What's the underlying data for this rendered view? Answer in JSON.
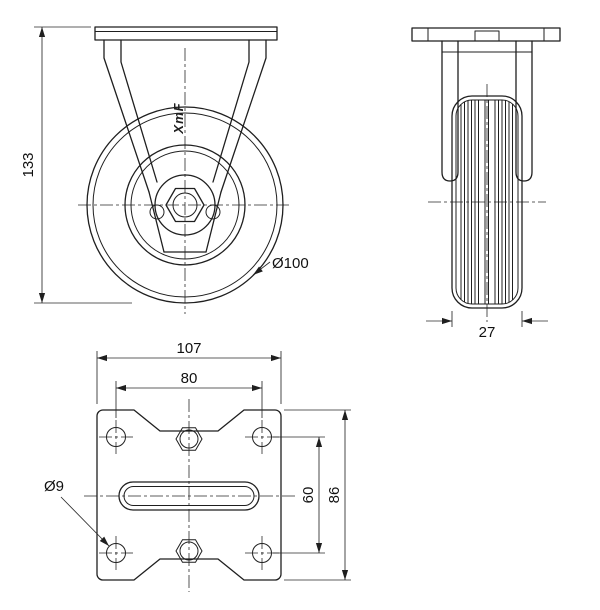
{
  "drawing": {
    "type": "technical-drawing",
    "subject": "fixed caster wheel, three orthographic views",
    "colors": {
      "background": "#ffffff",
      "line": "#1f1f1f",
      "text": "#111111"
    }
  },
  "views": {
    "front": {
      "logo": "XmF",
      "dims": {
        "height": "133",
        "wheel_diameter": "Ø100"
      }
    },
    "side": {
      "dims": {
        "wheel_width": "27"
      }
    },
    "plate": {
      "dims": {
        "overall_width": "107",
        "hole_spacing_width": "80",
        "hole_spacing_depth": "60",
        "overall_depth": "86",
        "hole_diameter": "Ø9"
      }
    }
  }
}
